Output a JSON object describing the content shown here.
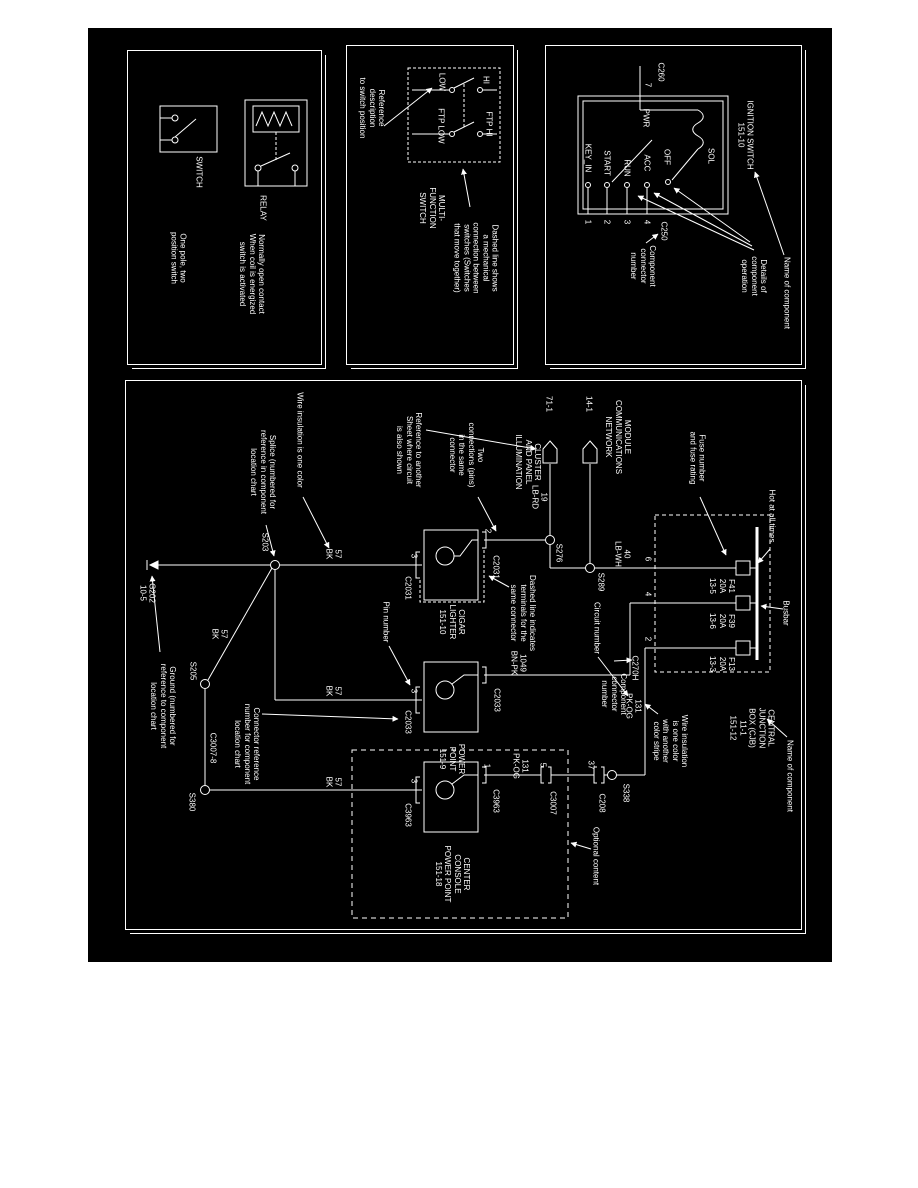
{
  "colors": {
    "page_bg": "#ffffff",
    "diagram_bg": "#000000",
    "ink": "#ffffff"
  },
  "symbols_panel": {
    "switch_label": "SWITCH",
    "switch_caption": "One pole, two\nposition switch",
    "relay_label": "RELAY",
    "relay_caption": "Normally open contact\nWhen coil is energized\nswitch is activated"
  },
  "multifunction_panel": {
    "annotation_reference": "Reference\ndescription\nto switch position",
    "hi": "HI",
    "low": "LOW",
    "ftp_hi": "FTP HI",
    "ftp_low": "FTP LOW",
    "name": "MULTI-\nFUNCTION\nSWITCH",
    "annotation_dashed": "Dashed line shows\na mechanical\nconnection between\nswitches (Switches\nthat move together)"
  },
  "ignition_panel": {
    "c260": "C260",
    "pin_7": "7",
    "pwr": "PWR",
    "sol": "SOL",
    "positions": [
      "KEY_IN",
      "START",
      "RUN",
      "ACC",
      "OFF"
    ],
    "pins": [
      "1",
      "2",
      "3",
      "4"
    ],
    "c250": "C250",
    "name": "IGNITION SWITCH\n151-10",
    "annotation_connector": "Component\nconnector\nnumber",
    "annotation_details": "Details of\ncomponent\noperation",
    "annotation_name": "Name of component"
  },
  "example_panel": {
    "ground_g202": "G202\n10-5",
    "s203": "S203",
    "s205": "S205",
    "s380": "S380",
    "s276": "S276",
    "s289": "S289",
    "s338": "S338",
    "wire_57_bk": "57\nBK",
    "wire_19_lb_rd": "19\nLB-RD",
    "wire_40_lb_wh": "40\nLB-WH",
    "wire_1049_bn_pk": "1049\nBN-PK",
    "wire_131_pk_og": "131\nPK-OG",
    "pin_1": "1",
    "pin_2": "2",
    "pin_3": "3",
    "pin_4": "4",
    "pin_5": "5",
    "pin_6": "6",
    "pin_37": "37",
    "c2031": "C2031",
    "c2033": "C2033",
    "c3963": "C3963",
    "c3007": "C3007",
    "c208": "C208",
    "c270h": "C270H",
    "c3007_8": "C3007-8",
    "sheet_71_1": "71-1",
    "sheet_14_1": "14-1",
    "cluster_illumination": "CLUSTER\nAND PANEL\nILLUMINATION",
    "module_network": "MODULE\nCOMMUNICATIONS\nNETWORK",
    "cigar_lighter": "CIGAR\nLIGHTER\n151-10",
    "power_point": "POWER\nPOINT\n151-9",
    "center_console": "CENTER\nCONSOLE\nPOWER POINT\n151-18",
    "cjb": "CENTRAL\nJUNCTION\nBOX (CJB)\n11-1\n151-12",
    "fuse_f41": "F41\n20A\n13-5",
    "fuse_f39": "F39\n20A\n13-6",
    "fuse_f13": "F13\n20A\n13-3",
    "ann_splice": "Splice (numbered for\nreference in component\nlocation chart",
    "ann_wire_one_color": "Wire insulation is one color",
    "ann_ref_sheet": "Reference to another\nSheet where circuit\nis also shown",
    "ann_two_connections": "Two\nconnections (pins)\nin the same\nconnector",
    "ann_fuse": "Fuse number\nand fuse rating",
    "ann_hot": "Hot at all times",
    "ann_busbar": "Busbar",
    "ann_name_component": "Name of component",
    "ann_stripe": "Wire insulation\nis one color\nwith another\ncolor stripe",
    "ann_component_connector": "Component\nconnector\nnumber",
    "ann_circuit": "Circuit number",
    "ann_optional": "Optional content",
    "ann_pin": "Pin number",
    "ann_connector_ref": "Connector reference\nnumber for component\nlocation chart",
    "ann_ground": "Ground (numbered for\nreference to component\nlocation chart",
    "ann_dashed_terminals": "Dashed line indicates\nterminals for the\nsame connector"
  }
}
